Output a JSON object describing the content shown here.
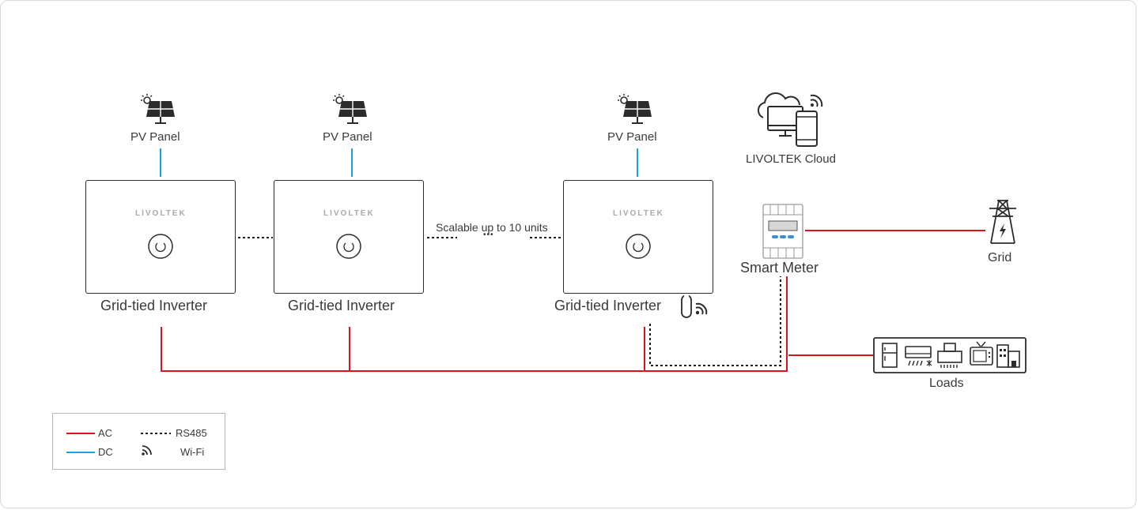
{
  "pv_panel_label": "PV Panel",
  "inverter_label": "Grid-tied Inverter",
  "inverter_brand": "LIVOLTEK",
  "scalable_label": "Scalable up to 10 units",
  "ellipsis": "•••",
  "cloud_label": "LIVOLTEK Cloud",
  "smart_meter_label": "Smart Meter",
  "grid_label": "Grid",
  "loads_label": "Loads",
  "legend": {
    "ac": "AC",
    "dc": "DC",
    "rs485": "RS485",
    "wifi": "Wi-Fi"
  },
  "colors": {
    "ac": "#e0101f",
    "dc": "#1aa0e0",
    "rs485": "#1a1a1a",
    "stroke": "#2b2b2b"
  }
}
